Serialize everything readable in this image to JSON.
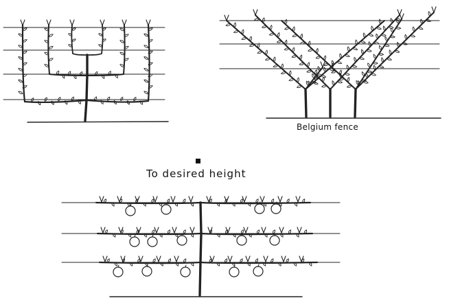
{
  "labels": {
    "belgium_fence": "Belgium fence",
    "desired_height": "To desired height"
  },
  "colors": {
    "ink": "#222222",
    "background": "#ffffff"
  },
  "icons": {
    "section_marker": "black-square"
  }
}
